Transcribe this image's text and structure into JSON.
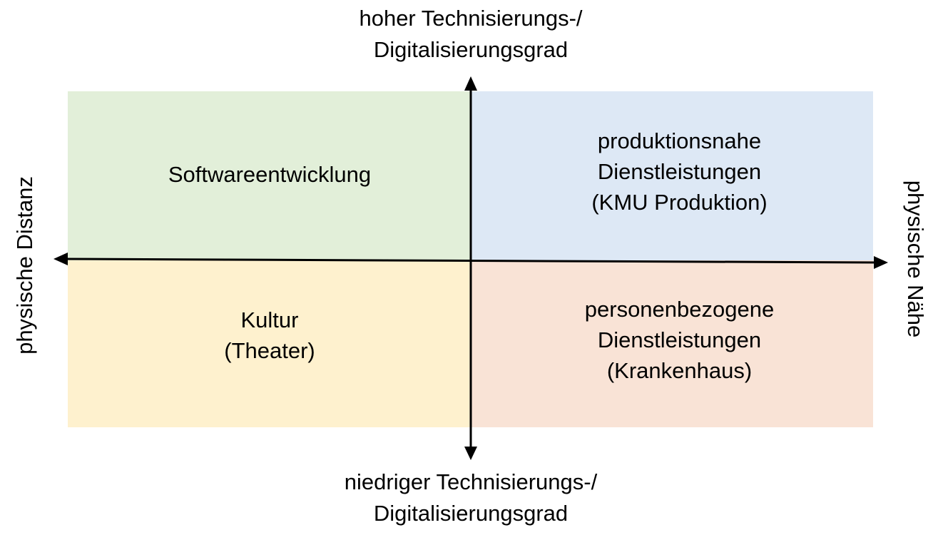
{
  "quadrants": {
    "top_left": {
      "text": "Softwareentwicklung",
      "color": "#e2efd9"
    },
    "top_right": {
      "text": "produktionsnahe\nDienstleistungen\n(KMU Produktion)",
      "color": "#dde8f5"
    },
    "bottom_left": {
      "text": "Kultur\n(Theater)",
      "color": "#fef1ce"
    },
    "bottom_right": {
      "text": "personenbezogene\nDienstleistungen\n(Krankenhaus)",
      "color": "#f9e3d6"
    }
  },
  "axes": {
    "top": "hoher Technisierungs-/\nDigitalisierungsgrad",
    "bottom": "niedriger Technisierungs-/\nDigitalisierungsgrad",
    "left": "physische Distanz",
    "right": "physische Nähe",
    "color": "#000000"
  }
}
